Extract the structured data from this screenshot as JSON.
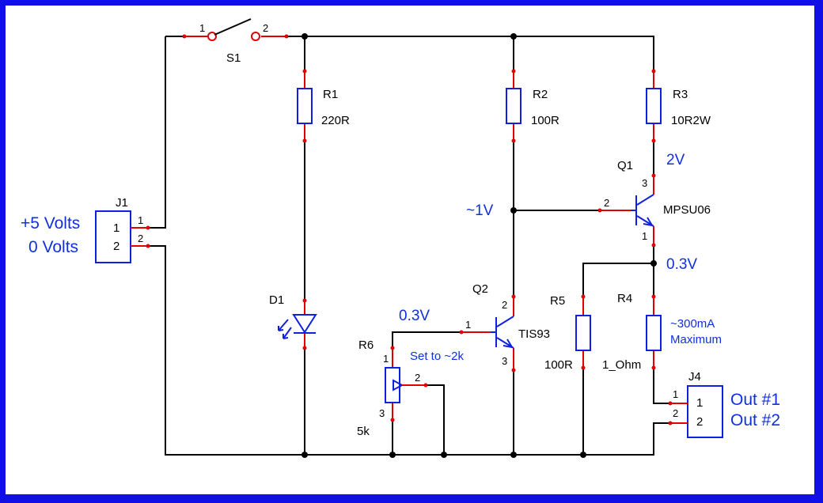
{
  "components": {
    "S1": {
      "ref": "S1",
      "pin1": "1",
      "pin2": "2"
    },
    "R1": {
      "ref": "R1",
      "value": "220R"
    },
    "R2": {
      "ref": "R2",
      "value": "100R"
    },
    "R3": {
      "ref": "R3",
      "value": "10R2W"
    },
    "R4": {
      "ref": "R4",
      "value": "1_Ohm"
    },
    "R5": {
      "ref": "R5",
      "value": "100R"
    },
    "R6": {
      "ref": "R6",
      "value": "5k",
      "pin1": "1",
      "pin2": "2",
      "pin3": "3"
    },
    "D1": {
      "ref": "D1"
    },
    "Q1": {
      "ref": "Q1",
      "value": "MPSU06",
      "pin1": "1",
      "pin2": "2",
      "pin3": "3"
    },
    "Q2": {
      "ref": "Q2",
      "value": "TIS93",
      "pin1": "1",
      "pin2": "2",
      "pin3": "3"
    },
    "J1": {
      "ref": "J1",
      "pin1": "1",
      "pin2": "2",
      "ext1": "1",
      "ext2": "2"
    },
    "J4": {
      "ref": "J4",
      "pin1": "1",
      "pin2": "2",
      "ext1": "1",
      "ext2": "2"
    }
  },
  "annotations": {
    "plus5": "+5 Volts",
    "zero": "0 Volts",
    "q1_collector": "2V",
    "q1_base": "~1V",
    "q1_emitter": "0.3V",
    "q2_base": "0.3V",
    "r6_note": "Set to ~2k",
    "r4_note1": "~300mA",
    "r4_note2": "Maximum",
    "out1": "Out #1",
    "out2": "Out #2"
  },
  "colors": {
    "border": "#1010e6",
    "annotation": "#1030e0",
    "pin": "#e00000",
    "wire": "#000000"
  }
}
